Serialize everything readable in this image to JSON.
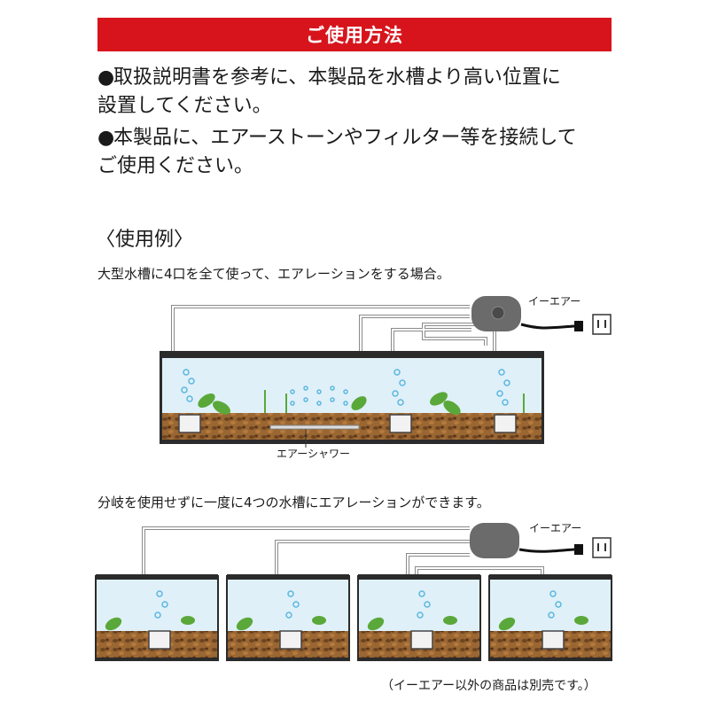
{
  "header": {
    "title": "ご使用方法"
  },
  "instructions": [
    {
      "bullet": "●",
      "line1": "取扱説明書を参考に、本製品を水槽より高い位置に",
      "line2": "設置してください。"
    },
    {
      "bullet": "●",
      "line1": "本製品に、エアーストーンやフィルター等を接続して",
      "line2": "ご使用ください。"
    }
  ],
  "example": {
    "heading": "〈使用例〉",
    "case1": {
      "caption": "大型水槽に4口を全て使って、エアレーションをする場合。",
      "pump_label": "イーエアー",
      "shower_label": "エアーシャワー"
    },
    "case2": {
      "caption": "分岐を使用せずに一度に4つの水槽にエアレーションができます。",
      "pump_label": "イーエアー"
    }
  },
  "footnote": "（イーエアー以外の商品は別売です。）",
  "colors": {
    "header_red": "#d7141c",
    "water": "#dff0f8",
    "gravel": "#8b5a2b",
    "plant": "#5aa83a",
    "bubble": "#7cc9e8",
    "pump": "#6b6b6b"
  }
}
